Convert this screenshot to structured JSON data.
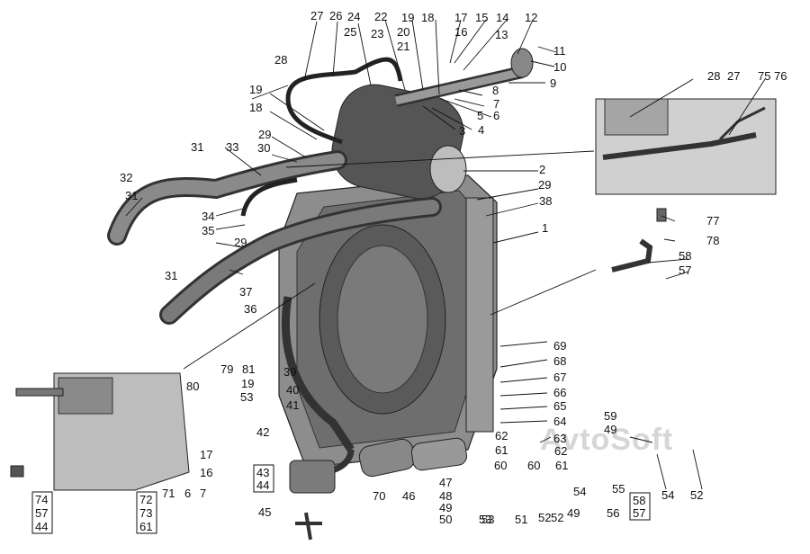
{
  "watermark": "AvtoSoft",
  "callouts": [
    "1",
    "2",
    "3",
    "4",
    "5",
    "6",
    "7",
    "8",
    "9",
    "10",
    "11",
    "12",
    "13",
    "14",
    "15",
    "16",
    "17",
    "18",
    "19",
    "20",
    "21",
    "22",
    "23",
    "24",
    "25",
    "26",
    "27",
    "28",
    "29",
    "30",
    "31",
    "32",
    "33",
    "34",
    "35",
    "36",
    "37",
    "38",
    "39",
    "40",
    "41",
    "42",
    "43",
    "44",
    "45",
    "46",
    "47",
    "48",
    "49",
    "50",
    "51",
    "52",
    "53",
    "54",
    "55",
    "56",
    "57",
    "58",
    "59",
    "60",
    "61",
    "62",
    "63",
    "64",
    "65",
    "66",
    "67",
    "68",
    "69",
    "70",
    "71",
    "72",
    "73",
    "74",
    "75",
    "76",
    "77",
    "78",
    "79",
    "80",
    "81"
  ],
  "boxed_groups": {
    "left_stack": [
      "74",
      "57",
      "44"
    ],
    "mid_stack": [
      "72",
      "73",
      "61"
    ],
    "box_43_44": [
      "43",
      "44"
    ],
    "box_58_57": [
      "58",
      "57"
    ]
  }
}
